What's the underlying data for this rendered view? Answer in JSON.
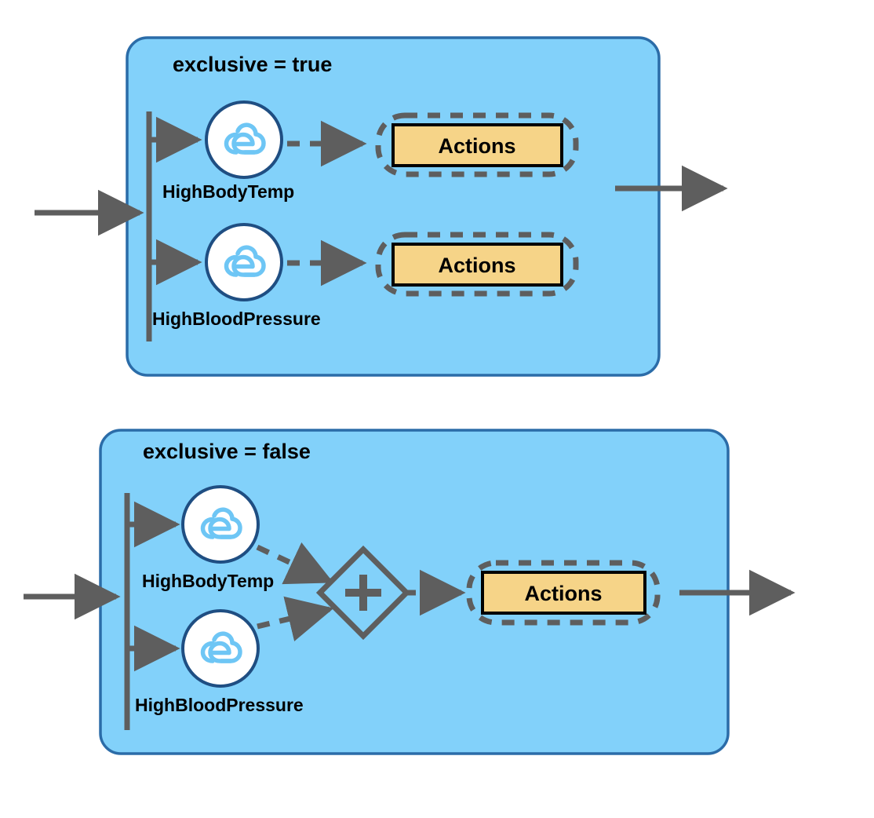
{
  "diagram": {
    "type": "flow-diagram",
    "title": "",
    "colors": {
      "panel_fill": "#82D1FA",
      "panel_stroke": "#2B6CA8",
      "action_fill": "#F6D488",
      "action_stroke": "#000000",
      "envelope_stroke": "#5E5E5E",
      "connector": "#5E5E5E",
      "event_circle_fill": "#FFFFFF",
      "event_circle_stroke": "#1F4E82",
      "cloud_icon": "#6EC6F5",
      "gateway_stroke": "#5E5E5E",
      "text": "#000000",
      "background": "#FFFFFF"
    },
    "panels": [
      {
        "id": "panel-exclusive-true",
        "title": "exclusive = true",
        "events": [
          {
            "id": "event-highbodytemp-true",
            "label": "HighBodyTemp",
            "icon": "cloudevents-icon"
          },
          {
            "id": "event-highbloodpressure-true",
            "label": "HighBloodPressure",
            "icon": "cloudevents-icon"
          }
        ],
        "actions": [
          {
            "id": "actions-top",
            "label": "Actions"
          },
          {
            "id": "actions-bottom",
            "label": "Actions"
          }
        ],
        "gateway": null
      },
      {
        "id": "panel-exclusive-false",
        "title": "exclusive = false",
        "events": [
          {
            "id": "event-highbodytemp-false",
            "label": "HighBodyTemp",
            "icon": "cloudevents-icon"
          },
          {
            "id": "event-highbloodpressure-false",
            "label": "HighBloodPressure",
            "icon": "cloudevents-icon"
          }
        ],
        "actions": [
          {
            "id": "actions-merged",
            "label": "Actions"
          }
        ],
        "gateway": {
          "id": "parallel-gateway",
          "symbol": "+",
          "kind": "parallel-join"
        }
      }
    ]
  }
}
